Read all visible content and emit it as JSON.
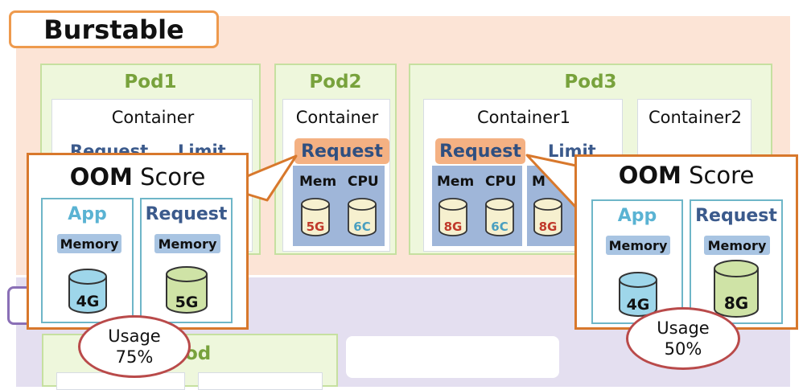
{
  "section": {
    "title": "Burstable"
  },
  "pods": [
    {
      "title": "Pod1",
      "container": "Container",
      "request": "Request",
      "limit": "Limit"
    },
    {
      "title": "Pod2",
      "container": "Container",
      "request": "Request",
      "mem": "Mem",
      "cpu": "CPU",
      "mem_value": "5G",
      "cpu_value": "6C"
    },
    {
      "title": "Pod3",
      "container1": "Container1",
      "container2": "Container2",
      "request": "Request",
      "limit": "Limit",
      "mem": "Mem",
      "cpu": "CPU",
      "mem_value": "8G",
      "cpu_value": "6C",
      "limit_mem_partial": "M",
      "limit_mem_value": "8G"
    }
  ],
  "bottom_pod_partial_title": "od",
  "oom_left": {
    "title_bold": "OOM",
    "title_rest": "Score",
    "app": {
      "label": "App",
      "memory": "Memory",
      "value": "4G"
    },
    "request": {
      "label": "Request",
      "memory": "Memory",
      "value": "5G"
    },
    "usage_label": "Usage",
    "usage_value": "75%"
  },
  "oom_right": {
    "title_bold": "OOM",
    "title_rest": "Score",
    "app": {
      "label": "App",
      "memory": "Memory",
      "value": "4G"
    },
    "request": {
      "label": "Request",
      "memory": "Memory",
      "value": "8G"
    },
    "usage_label": "Usage",
    "usage_value": "50%"
  },
  "colors": {
    "burstable_bg": "#fce4d6",
    "pod_bg": "#eef7dc",
    "pod_title": "#78a23c",
    "callout_border": "#d8782c",
    "usage_border": "#b94a4a",
    "cyl_blue": "#9ed6ea",
    "cyl_green": "#cfe3a6",
    "cyl_tan": "#f6f0cf",
    "mem_value_text": "#c0392b",
    "cpu_value_text": "#4a9fc0"
  }
}
